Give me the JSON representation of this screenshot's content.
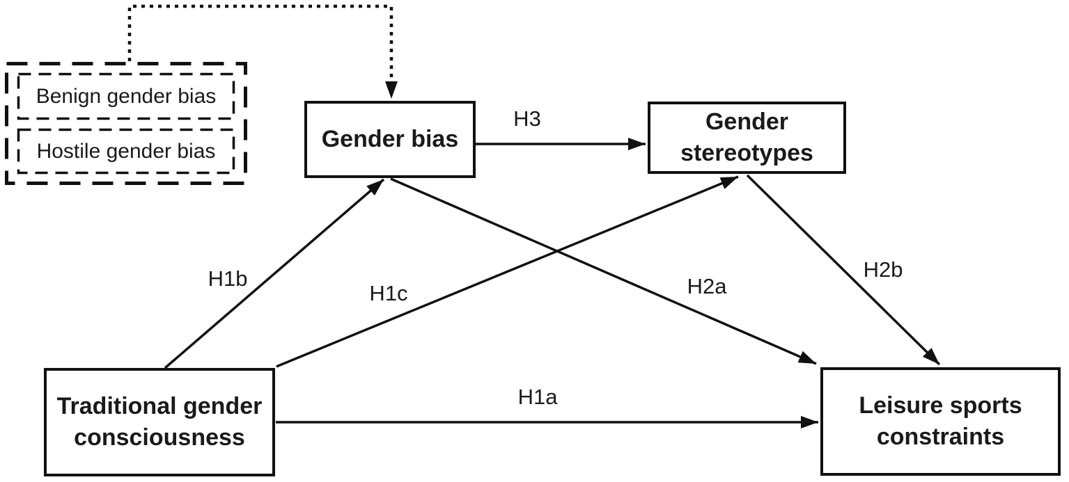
{
  "diagram": {
    "nodes": {
      "gender_bias_dimensions": {
        "type": "dashed-group",
        "label": "",
        "children": [
          "benign_gender_bias",
          "hostile_gender_bias"
        ]
      },
      "benign_gender_bias": {
        "label": "Benign gender bias",
        "type": "dashed"
      },
      "hostile_gender_bias": {
        "label": "Hostile gender bias",
        "type": "dashed"
      },
      "gender_bias": {
        "label": "Gender bias",
        "type": "solid"
      },
      "gender_stereotypes": {
        "label": "Gender stereotypes",
        "type": "solid"
      },
      "traditional_gender_consciousness": {
        "label": "Traditional gender consciousness",
        "type": "solid"
      },
      "leisure_sports_constraints": {
        "label": "Leisure sports constraints",
        "type": "solid"
      }
    },
    "edges": {
      "h1a": {
        "label": "H1a",
        "from": "traditional_gender_consciousness",
        "to": "leisure_sports_constraints",
        "style": "solid-arrow"
      },
      "h1b": {
        "label": "H1b",
        "from": "traditional_gender_consciousness",
        "to": "gender_bias",
        "style": "solid-arrow"
      },
      "h1c": {
        "label": "H1c",
        "from": "traditional_gender_consciousness",
        "to": "gender_stereotypes",
        "style": "solid-arrow"
      },
      "h2a": {
        "label": "H2a",
        "from": "gender_bias",
        "to": "leisure_sports_constraints",
        "style": "solid-arrow"
      },
      "h2b": {
        "label": "H2b",
        "from": "gender_stereotypes",
        "to": "leisure_sports_constraints",
        "style": "solid-arrow"
      },
      "h3": {
        "label": "H3",
        "from": "gender_bias",
        "to": "gender_stereotypes",
        "style": "solid-arrow"
      },
      "moderator": {
        "label": "",
        "from": "gender_bias_dimensions",
        "to": "gender_bias",
        "style": "dotted-arrow"
      }
    },
    "colors": {
      "line": "#111111",
      "text": "#1a1a1a",
      "background": "#ffffff"
    }
  }
}
